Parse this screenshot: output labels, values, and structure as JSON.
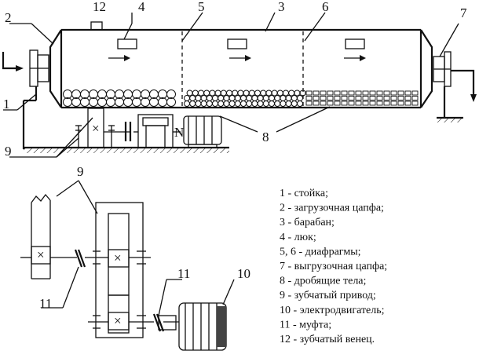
{
  "callouts": {
    "n1": "1",
    "n2": "2",
    "n3": "3",
    "n4": "4",
    "n5": "5",
    "n6": "6",
    "n7": "7",
    "n8": "8",
    "n9_top": "9",
    "n9_bottom": "9",
    "n10": "10",
    "n11_left": "11",
    "n11_right": "11",
    "n12": "12"
  },
  "gear_mark": "×",
  "motor_marks": {
    "n_label": "N"
  },
  "legend": [
    "1 - стойка;",
    "2 - загрузочная цапфа;",
    "3 - барабан;",
    "4 - люк;",
    "5, 6 - диафрагмы;",
    "7 - выгрузочная цапфа;",
    "8 - дробящие тела;",
    "9 - зубчатый привод;",
    "10 - электродвигатель;",
    "11 - муфта;",
    "12 - зубчатый венец."
  ]
}
